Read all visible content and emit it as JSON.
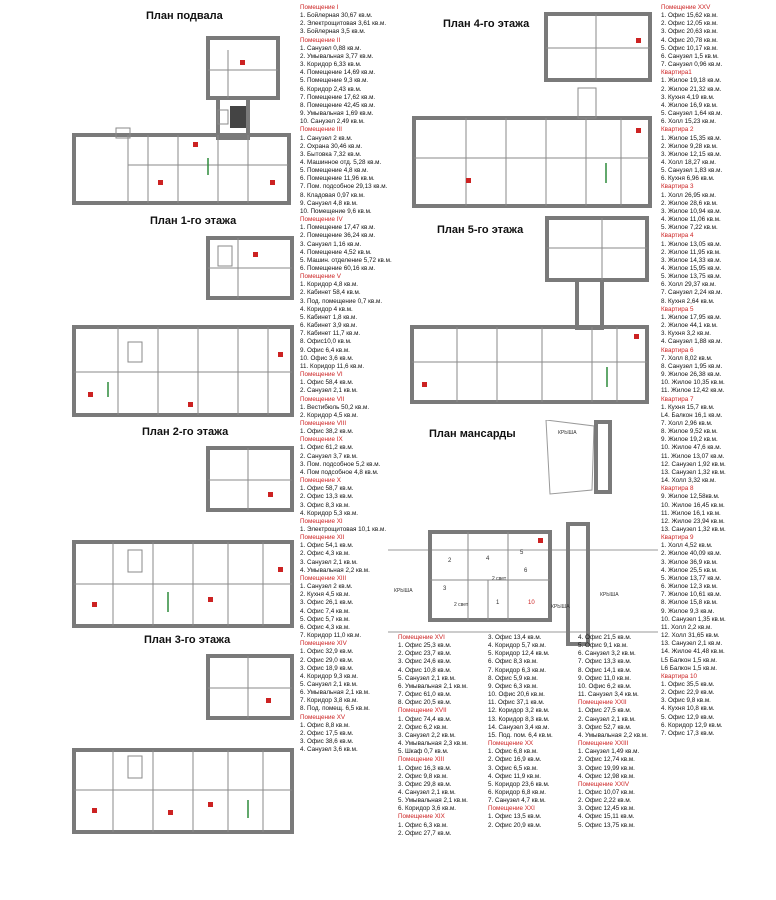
{
  "titles": {
    "basement": "План подвала",
    "f1": "План 1-го этажа",
    "f2": "План 2-го этажа",
    "f3": "План 3-го этажа",
    "f4": "План 4-го этажа",
    "f5": "План 5-го этажа",
    "attic": "План мансарды"
  },
  "attic_labels": {
    "roof1": "КРЫША",
    "roof2": "КРЫША",
    "roof3": "КРЫША",
    "roof4": "КРЫША",
    "r1": "1",
    "r2": "2",
    "r3": "3",
    "r4": "4",
    "r5": "5",
    "r6": "6",
    "r10": "10",
    "l2a": "2 свет",
    "l2b": "2 свет"
  },
  "legend_col1": [
    {
      "h": true,
      "t": "Помещение I"
    },
    {
      "t": "1. Бойлерная  30,67 кв.м."
    },
    {
      "t": "2. Электрощитовая  3,61 кв.м."
    },
    {
      "t": "3. Бойлерная  3,5 кв.м."
    },
    {
      "h": true,
      "t": "Помещение II"
    },
    {
      "t": "1. Санузел  0,88 кв.м."
    },
    {
      "t": "2. Умывальная 3,77 кв.м."
    },
    {
      "t": "3. Коридор  6,33 кв.м."
    },
    {
      "t": "4. Помещение  14,69 кв.м."
    },
    {
      "t": "5. Помещение  9,3 кв.м."
    },
    {
      "t": "6. Коридор  2,43 кв.м."
    },
    {
      "t": "7. Помещение  17,62 кв.м."
    },
    {
      "t": "8. Помещение  42,45 кв.м."
    },
    {
      "t": "9. Умывальная 1,69 кв.м."
    },
    {
      "t": "10. Санузел  2,49 кв.м."
    },
    {
      "h": true,
      "t": "Помещение III"
    },
    {
      "t": "1. Санузел  2 кв.м."
    },
    {
      "t": "2. Охрана  30,46 кв.м."
    },
    {
      "t": "3. Бытовка  7,32 кв.м."
    },
    {
      "t": "4. Машинное отд.  5,28 кв.м."
    },
    {
      "t": "5. Помещение 4,8 кв.м."
    },
    {
      "t": "6. Помещение 11,96 кв.м."
    },
    {
      "t": "7. Пом. подсобное  29,13 кв.м."
    },
    {
      "t": "8. Кладовая 0,97 кв.м."
    },
    {
      "t": "9. Санузел  4,8 кв.м."
    },
    {
      "t": "10. Помещение  9,6 кв.м."
    },
    {
      "h": true,
      "t": "Помещение IV"
    },
    {
      "t": "1. Помещение  17,47 кв.м."
    },
    {
      "t": "2. Помещение  36,24 кв.м."
    },
    {
      "t": "3. Санузел  1,16 кв.м."
    },
    {
      "t": "4. Помещение  4,52 кв.м."
    },
    {
      "t": "5. Машин. отделение  5,72 кв.м."
    },
    {
      "t": "6. Помещение  60,16 кв.м."
    },
    {
      "h": true,
      "t": "Помещение V"
    },
    {
      "t": "1. Коридор 4,8 кв.м."
    },
    {
      "t": "2. Кабинет 58,4 кв.м."
    },
    {
      "t": "3. Под. помещение 0,7 кв.м."
    },
    {
      "t": "4. Коридор 4 кв.м."
    },
    {
      "t": "5. Кабинет 1,8 кв.м."
    },
    {
      "t": "6. Кабинет 3,9 кв.м."
    },
    {
      "t": "7. Кабинет 11,7 кв.м."
    },
    {
      "t": "8. Офис10,0 кв.м."
    },
    {
      "t": "9. Офис 6,4 кв.м."
    },
    {
      "t": "10. Офис 3,6 кв.м."
    },
    {
      "t": "11. Коридор 11,6 кв.м."
    },
    {
      "h": true,
      "t": "Помещение VI"
    },
    {
      "t": "1. Офис 58,4 кв.м."
    },
    {
      "t": "2. Санузел 2,1 кв.м."
    },
    {
      "h": true,
      "t": "Помещение VII"
    },
    {
      "t": "1. Вестибюль 50,2 кв.м."
    },
    {
      "t": "2. Коридор 4,5 кв.м."
    },
    {
      "h": true,
      "t": "Помещение VIII"
    },
    {
      "t": "1. Офис 38,2 кв.м."
    },
    {
      "h": true,
      "t": "Помещение IX"
    },
    {
      "t": "1. Офис 61,2 кв.м."
    },
    {
      "t": "2. Санузел 3,7 кв.м."
    },
    {
      "t": "3. Пом. подсобное 5,2 кв.м."
    },
    {
      "t": "4. Пом подсобное 4,8 кв.м."
    },
    {
      "h": true,
      "t": "Помещение X"
    },
    {
      "t": "1. Офис 58,7 кв.м."
    },
    {
      "t": "2. Офис 13,3 кв.м."
    },
    {
      "t": "3. Офис 8,3 кв.м."
    },
    {
      "t": "4. Коридор 5,3 кв.м."
    },
    {
      "h": true,
      "t": "Помещение XI"
    },
    {
      "t": "1. Электрощитовая 10,1 кв.м."
    },
    {
      "h": true,
      "t": "Помещение XII"
    },
    {
      "t": "1. Офис 54,1 кв.м."
    },
    {
      "t": "2. Офис 4,3 кв.м."
    },
    {
      "t": "3. Санузел 2,1 кв.м."
    },
    {
      "t": "4. Умывальная 2,2 кв.м."
    },
    {
      "h": true,
      "t": "Помещение XIII"
    },
    {
      "t": "1. Санузел  2 кв.м."
    },
    {
      "t": "2. Кухня  4,5 кв.м."
    },
    {
      "t": "3. Офис 26,1 кв.м."
    },
    {
      "t": "4. Офис 7,4 кв.м."
    },
    {
      "t": "5. Офис 5,7 кв.м."
    },
    {
      "t": "6. Офис 4,3 кв.м."
    },
    {
      "t": "7. Коридор 11,0 кв.м."
    },
    {
      "h": true,
      "t": "Помещение XIV"
    },
    {
      "t": "1. Офис 32,9 кв.м."
    },
    {
      "t": "2. Офис 29,0 кв.м."
    },
    {
      "t": "3. Офис 18,9 кв.м."
    },
    {
      "t": "4. Коридор 9,3 кв.м."
    },
    {
      "t": "5. Санузел 2,1 кв.м."
    },
    {
      "t": "6. Умывальная 2,1 кв.м."
    },
    {
      "t": "7. Коридор 3,8 кв.м."
    },
    {
      "t": "8. Под. помещ. 6,5 кв.м."
    },
    {
      "h": true,
      "t": "Помещение XV"
    },
    {
      "t": "1. Офис 8,8 кв.м."
    },
    {
      "t": "2. Офис 17,5 кв.м."
    },
    {
      "t": "3. Офис 38,6 кв.м."
    },
    {
      "t": "4. Санузел 3,6 кв.м."
    }
  ],
  "legend_col2": [
    {
      "h": true,
      "t": "Помещение XVI"
    },
    {
      "t": "1. Офис 25,3 кв.м."
    },
    {
      "t": "2. Офис 23,7 кв.м."
    },
    {
      "t": "3. Офис 24,6 кв.м."
    },
    {
      "t": "4. Офис 10,8 кв.м."
    },
    {
      "t": "5. Санузел 2,1 кв.м."
    },
    {
      "t": "6. Умывальная 2,1 кв.м."
    },
    {
      "t": "7. Офис 61,0 кв.м."
    },
    {
      "t": "8. Офис 20,5 кв.м."
    },
    {
      "h": true,
      "t": "Помещение XVII"
    },
    {
      "t": "1. Офис 74,4 кв.м."
    },
    {
      "t": "2. Офис 6,2 кв.м."
    },
    {
      "t": "3. Санузел 2,2 кв.м."
    },
    {
      "t": "4. Умывальная 2,3 кв.м."
    },
    {
      "t": "5. Шкаф 0,7 кв.м."
    },
    {
      "h": true,
      "t": "Помещение XIII"
    },
    {
      "t": "1. Офис 16,3 кв.м."
    },
    {
      "t": "2. Офис 9,8 кв.м."
    },
    {
      "t": "3. Офис 29,8 кв.м."
    },
    {
      "t": "4. Санузел 2,1 кв.м."
    },
    {
      "t": "5. Умывальная 2,1 кв.м."
    },
    {
      "t": "6. Коридор 3,6 кв.м."
    },
    {
      "h": true,
      "t": "Помещение XIX"
    },
    {
      "t": "1. Офис 6,3 кв.м."
    },
    {
      "t": "2. Офис 27,7 кв.м."
    }
  ],
  "legend_col3": [
    {
      "t": "3. Офис 13,4 кв.м."
    },
    {
      "t": "4. Коридор 5,7 кв.м."
    },
    {
      "t": "5. Коридор 12,4 кв.м."
    },
    {
      "t": "6. Офис 8,3 кв.м."
    },
    {
      "t": "7. Коридор 6,3 кв.м."
    },
    {
      "t": "8. Офис 5,9 кв.м."
    },
    {
      "t": "9. Офис 6,3 кв.м."
    },
    {
      "t": "10. Офис 20,6 кв.м."
    },
    {
      "t": "11. Офис 37,1 кв.м."
    },
    {
      "t": "12. Коридор 3,2 кв.м."
    },
    {
      "t": "13. Коридор 8,3 кв.м."
    },
    {
      "t": "14. Санузел 3,4 кв.м."
    },
    {
      "t": "15. Под. пом. 6,4 кв.м."
    },
    {
      "h": true,
      "t": "Помещение XX"
    },
    {
      "t": "1. Офис 6,8 кв.м."
    },
    {
      "t": "2. Офис 16,9 кв.м."
    },
    {
      "t": "3. Офис 6,5 кв.м."
    },
    {
      "t": "4. Офис 11,9 кв.м."
    },
    {
      "t": "5. Коридор 23,6 кв.м."
    },
    {
      "t": "6. Коридор 6,8 кв.м."
    },
    {
      "t": "7. Санузел 4,7 кв.м."
    },
    {
      "h": true,
      "t": "Помещение XXI"
    },
    {
      "t": "1. Офис 13,5 кв.м."
    },
    {
      "t": "2. Офис 20,9 кв.м."
    }
  ],
  "legend_col4": [
    {
      "t": "4. Офис 21,5 кв.м."
    },
    {
      "t": "5. Офис 9,1 кв.м."
    },
    {
      "t": "6. Санузел 3,2 кв.м."
    },
    {
      "t": "7. Офис 13,3 кв.м."
    },
    {
      "t": "8. Офис 14,1 кв.м."
    },
    {
      "t": "9. Офис 11,0 кв.м."
    },
    {
      "t": "10. Офис 6,2 кв.м."
    },
    {
      "t": "11. Санузел 3,4 кв.м."
    },
    {
      "h": true,
      "t": "Помещение XXII"
    },
    {
      "t": "1. Офис 27,5 кв.м."
    },
    {
      "t": "2. Санузел 2,1 кв.м."
    },
    {
      "t": "3. Офис 52,7 кв.м."
    },
    {
      "t": "4. Умывальная 2,2 кв.м."
    },
    {
      "h": true,
      "t": "Помещение XXIII"
    },
    {
      "t": "1. Санузел  1,49 кв.м."
    },
    {
      "t": "2. Офис  12,74 кв.м."
    },
    {
      "t": "3. Офис  19,99 кв.м."
    },
    {
      "t": "4. Офис  12,98 кв.м."
    },
    {
      "h": true,
      "t": "Помещение XXIV"
    },
    {
      "t": "1. Офис  10,07 кв.м."
    },
    {
      "t": "2. Офис  2,22 кв.м."
    },
    {
      "t": "3. Офис  12,45 кв.м."
    },
    {
      "t": "4. Офис  15,11 кв.м."
    },
    {
      "t": "5. Офис  13,75 кв.м."
    }
  ],
  "legend_right": [
    {
      "h": true,
      "t": "Помещение XXV"
    },
    {
      "t": "1. Офис  15,62 кв.м."
    },
    {
      "t": "2. Офис  12,05 кв.м."
    },
    {
      "t": "3. Офис  20,63 кв.м."
    },
    {
      "t": "4. Офис  20,78 кв.м."
    },
    {
      "t": "5. Офис  10,17 кв.м."
    },
    {
      "t": "6. Санузел  1,5 кв.м."
    },
    {
      "t": "7. Санузел  0,96 кв.м."
    },
    {
      "h": true,
      "t": "Квартира1"
    },
    {
      "t": "1. Жилое 19,18 кв.м."
    },
    {
      "t": "2. Жилое 21,32 кв.м."
    },
    {
      "t": "3. Кухня  4,19 кв.м."
    },
    {
      "t": "4. Жилое 16,9 кв.м."
    },
    {
      "t": "5. Санузел 1,64 кв.м."
    },
    {
      "t": "6. Холл  15,23 кв.м."
    },
    {
      "h": true,
      "t": "Квартира 2"
    },
    {
      "t": "1. Жилое 15,35 кв.м."
    },
    {
      "t": "2. Жилое 9,28 кв.м."
    },
    {
      "t": "3. Жилое 12,15 кв.м."
    },
    {
      "t": "4. Холл  18,27 кв.м."
    },
    {
      "t": "5. Санузел 1,83 кв.м."
    },
    {
      "t": "6. Кухня 6,96 кв.м."
    },
    {
      "h": true,
      "t": "Квартира 3"
    },
    {
      "t": "1. Холл 26,95 кв.м."
    },
    {
      "t": "2. Жилое 28,6 кв.м."
    },
    {
      "t": "3. Жилое 10,94 кв.м."
    },
    {
      "t": "4. Жилое 11,06 кв.м."
    },
    {
      "t": "5. Жилое 7,22 кв.м."
    },
    {
      "h": true,
      "t": "Квартира 4"
    },
    {
      "t": "1. Жилое 13,05 кв.м."
    },
    {
      "t": "2. Жилое 11,95 кв.м."
    },
    {
      "t": "3. Жилое 14,33 кв.м."
    },
    {
      "t": "4. Жилое 15,95 кв.м."
    },
    {
      "t": "5. Жилое 13,75 кв.м."
    },
    {
      "t": "6. Холл 29,37 кв.м."
    },
    {
      "t": "7. Санузел 2,24 кв.м."
    },
    {
      "t": "8. Кухня 2,64 кв.м."
    },
    {
      "h": true,
      "t": "Квартира 5"
    },
    {
      "t": "1. Жилое 17,95 кв.м."
    },
    {
      "t": "2. Жилое 44,1 кв.м."
    },
    {
      "t": "3. Кухня 3,2 кв.м."
    },
    {
      "t": "4. Санузел 1,88 кв.м."
    },
    {
      "h": true,
      "t": "Квартира 6"
    },
    {
      "t": "7. Холл 8,02 кв.м."
    },
    {
      "t": "8. Санузел 1,95 кв.м."
    },
    {
      "t": "9. Жилое 26,38 кв.м."
    },
    {
      "t": "10. Жилое 10,35 кв.м."
    },
    {
      "t": "11. Жилое 12,42 кв.м."
    },
    {
      "h": true,
      "t": "Квартира 7"
    },
    {
      "t": "1. Кухня 15,7 кв.м."
    },
    {
      "t": "L4. Балкон 16,1 кв.м."
    },
    {
      "t": "7. Холл 2,96 кв.м."
    },
    {
      "t": "8. Жилое 9,52 кв.м."
    },
    {
      "t": "9. Жилое 19,2 кв.м."
    },
    {
      "t": "10. Жилое 47,6 кв.м."
    },
    {
      "t": "11. Жилое 13,07 кв.м."
    },
    {
      "t": "12. Санузел 1,92 кв.м."
    },
    {
      "t": "13. Санузел 1,32 кв.м."
    },
    {
      "t": "14. Холл 3,32 кв.м."
    },
    {
      "h": true,
      "t": "Квартира 8"
    },
    {
      "t": "9. Жилое 12,58кв.м."
    },
    {
      "t": "10. Жилое 16,45 кв.м."
    },
    {
      "t": "11. Жилое 16,1 кв.м."
    },
    {
      "t": "12. Жилое 23,94 кв.м."
    },
    {
      "t": "13. Санузел 1,32 кв.м."
    },
    {
      "h": true,
      "t": "Квартира 9"
    },
    {
      "t": "1. Холл 4,52 кв.м."
    },
    {
      "t": "2. Жилое 40,09 кв.м."
    },
    {
      "t": "3. Жилое 36,9 кв.м."
    },
    {
      "t": "4. Жилое 25,5 кв.м."
    },
    {
      "t": "5. Жилое 13,77 кв.м."
    },
    {
      "t": "6. Жилое 12,3 кв.м."
    },
    {
      "t": "7. Жилое 10,61 кв.м."
    },
    {
      "t": "8. Жилое 15,8 кв.м."
    },
    {
      "t": "9. Жилое 9,3 кв.м."
    },
    {
      "t": "10. Санузел 1,35 кв.м."
    },
    {
      "t": "11. Холл 2,2 кв.м."
    },
    {
      "t": "12. Холл 31,65 кв.м."
    },
    {
      "t": "13. Санузел 2,1 кв.м."
    },
    {
      "t": "14. Жилое 41,48 кв.м."
    },
    {
      "t": "L5 Балкон 1,5 кв.м."
    },
    {
      "t": "L6 Балкон 1,5 кв.м."
    },
    {
      "h": true,
      "t": "Квартира 10"
    },
    {
      "t": "1. Офис 35,5 кв.м."
    },
    {
      "t": "2. Офис 22,9 кв.м."
    },
    {
      "t": "3. Офис 9,8 кв.м."
    },
    {
      "t": "4. Кухня 10,8 кв.м."
    },
    {
      "t": "5. Офис 12,9 кв.м."
    },
    {
      "t": "6. Коридор 12,9 кв.м."
    },
    {
      "t": "7. Офис 17,3 кв.м."
    }
  ],
  "colors": {
    "wall": "#7a7a7a",
    "highlight": "#cc2222",
    "green": "#2e8b3a"
  }
}
